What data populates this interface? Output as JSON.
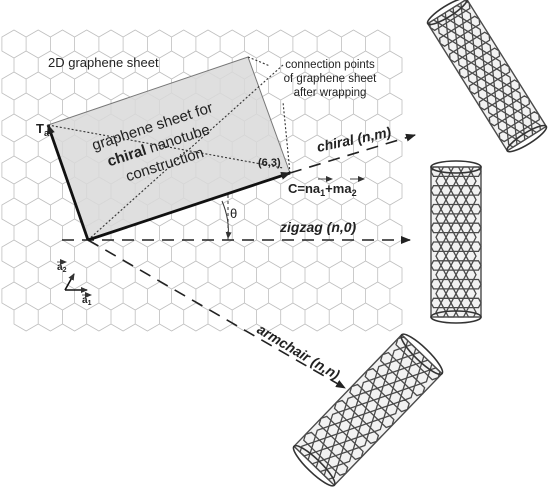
{
  "title": "2D graphene sheet",
  "sheet_label": {
    "line1": "graphene sheet for",
    "line2_bold": "chiral",
    "line2_rest": " nanotube",
    "line3": "construction"
  },
  "connection_note": {
    "line1": "connection points",
    "line2": "of graphene sheet",
    "line3": "after wrapping"
  },
  "point_label": "(6,3)",
  "chiral": {
    "word": "chiral",
    "idx": "(n,m)"
  },
  "zigzag": {
    "word": "zigzag",
    "idx": "(n,0)"
  },
  "armchair": {
    "word": "armchair",
    "idx": "(n,n)"
  },
  "chiral_vector": {
    "c": "C=na",
    "sub1": "1",
    "plus": "+ma",
    "sub2": "2"
  },
  "translation_vector": {
    "t": "T",
    "sub": "a"
  },
  "angle_symbol": "θ",
  "basis": {
    "a": "a",
    "sub1": "1",
    "sub2": "2"
  },
  "colors": {
    "lattice": "#bfbfbf",
    "sheet_fill": "#d9d9d9",
    "tube": "#4a4a4a",
    "line": "#222222"
  }
}
